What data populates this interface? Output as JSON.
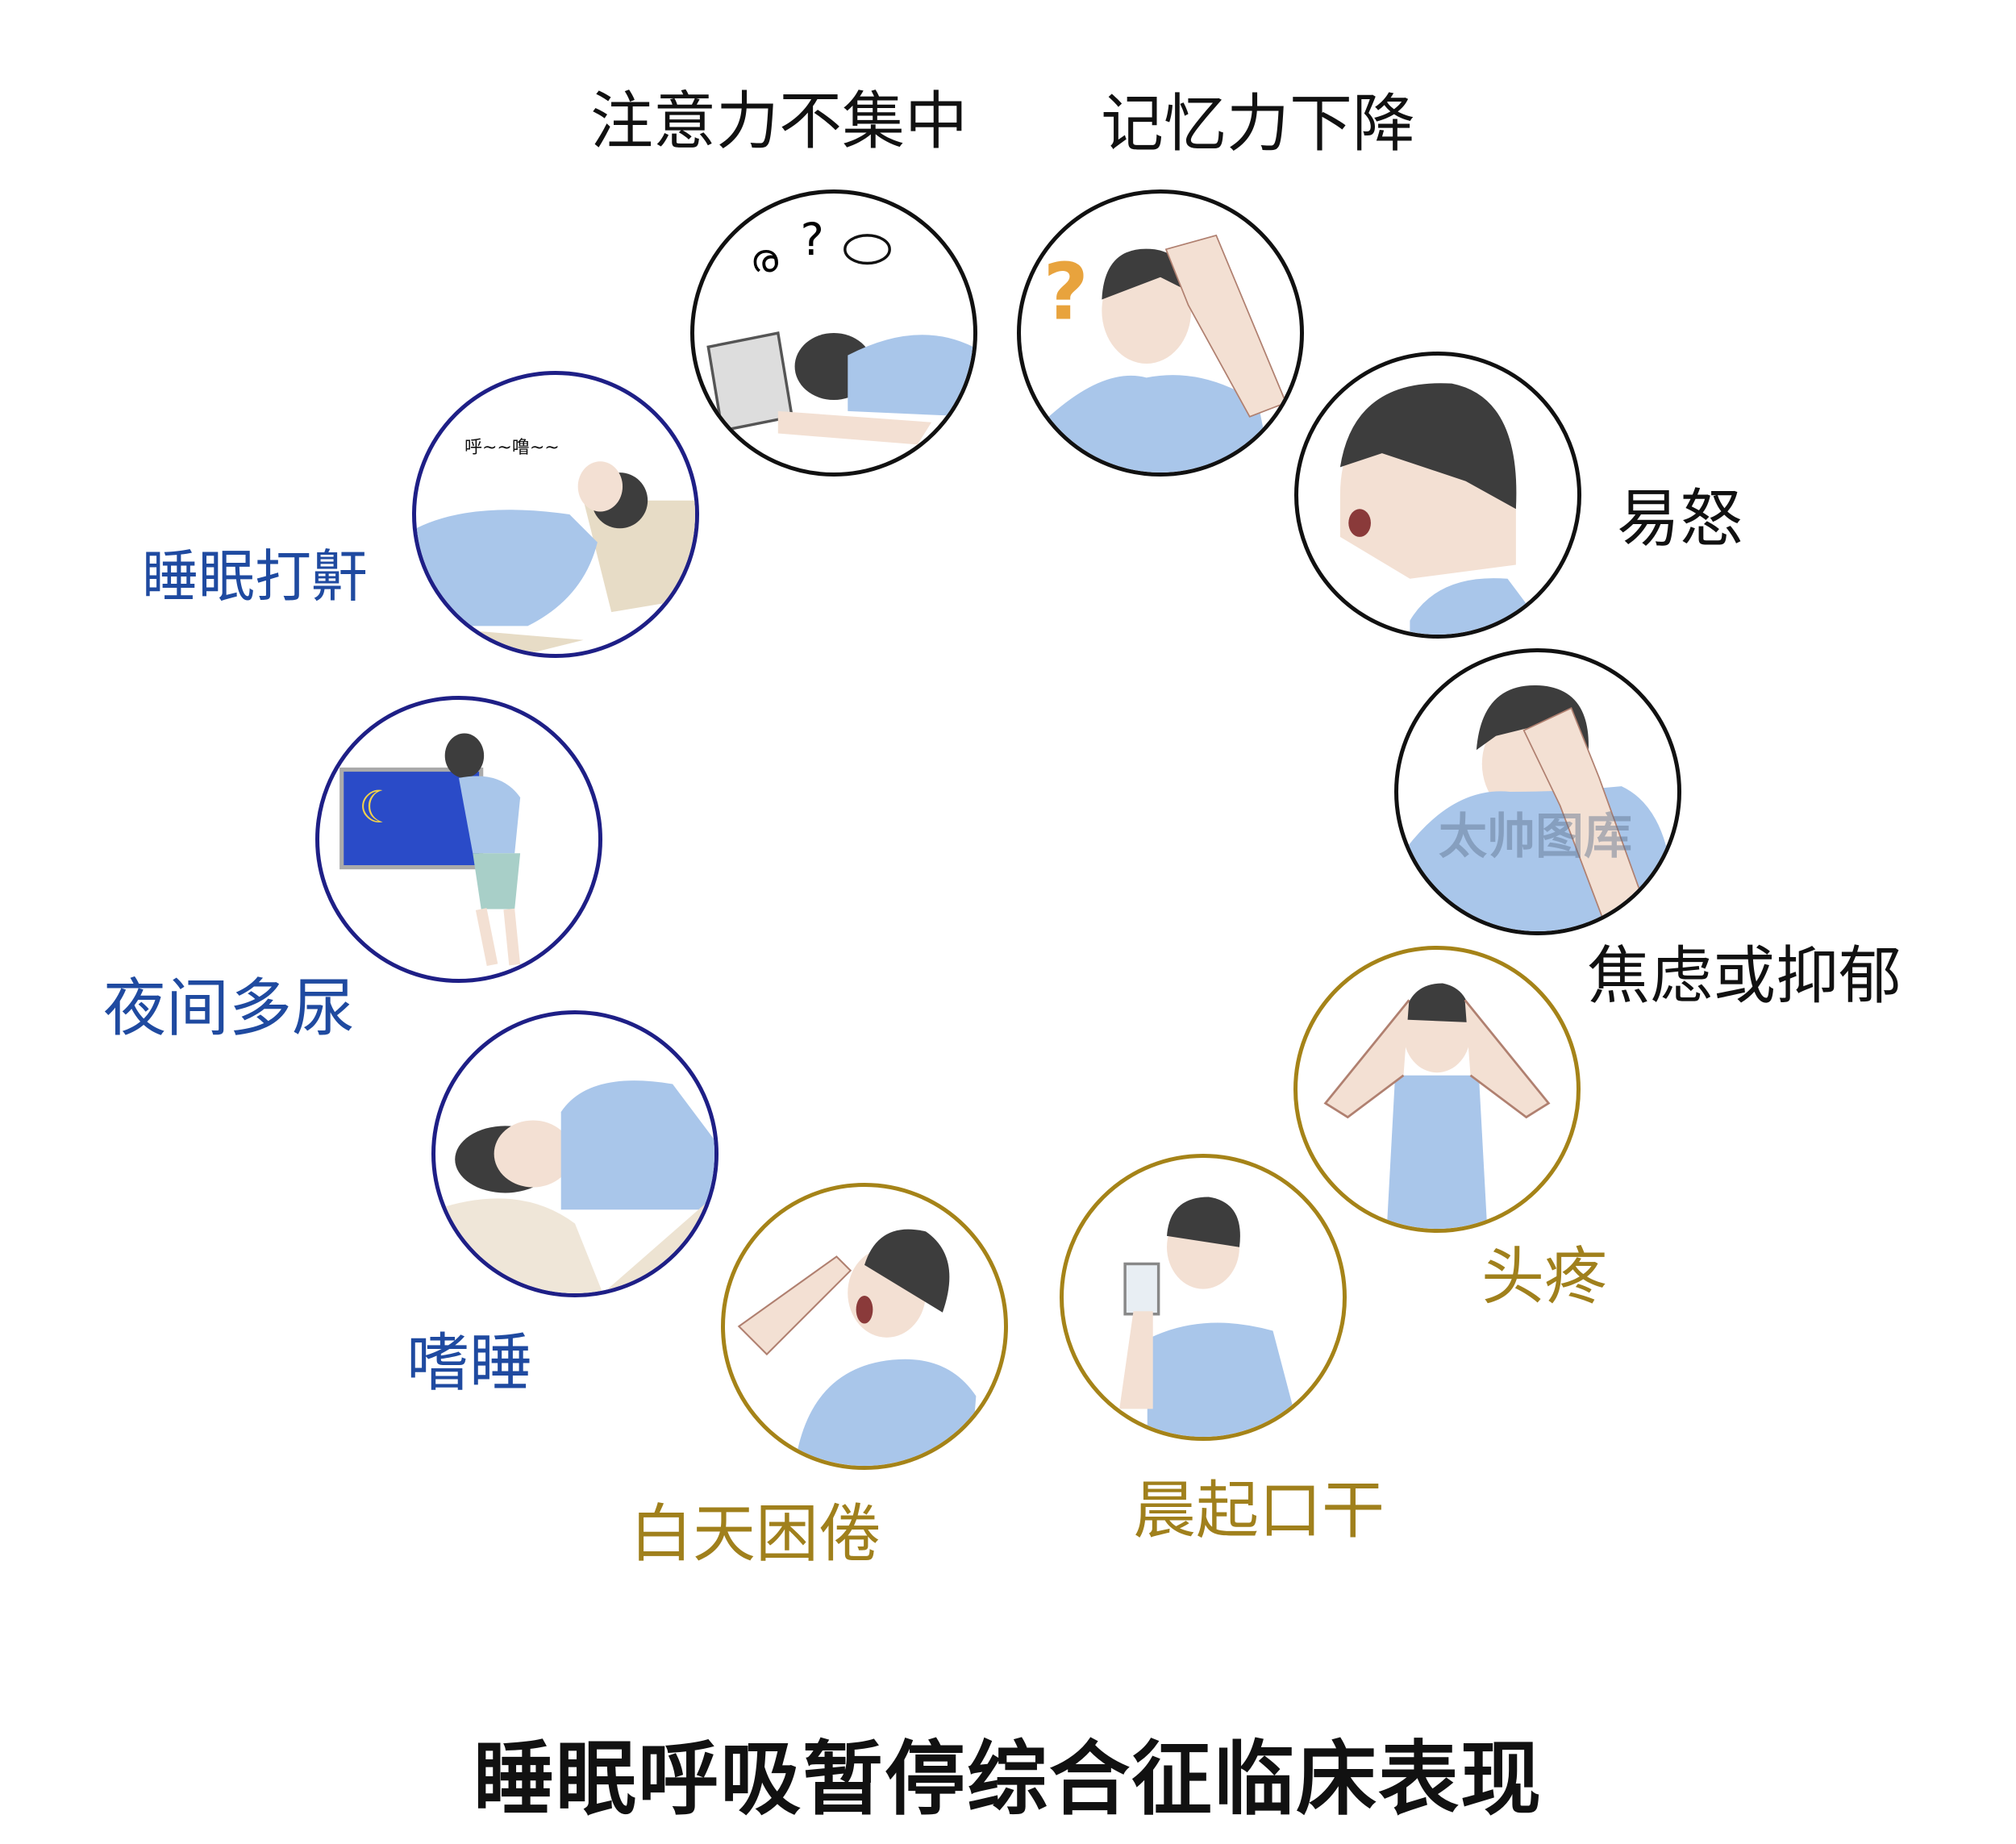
{
  "title": "睡眠呼吸暂停综合征临床表现",
  "colors": {
    "black": "#111111",
    "gold": "#a0801c",
    "blue": "#1f4aa0",
    "navy_ring": "#1e1f86",
    "shirt": "#a9c6ea",
    "hair": "#3d3d3d",
    "skin": "#f3e0d3"
  },
  "symptoms": [
    {
      "label": "注意力不集中",
      "group": "black"
    },
    {
      "label": "记忆力下降",
      "group": "black"
    },
    {
      "label": "易怒",
      "group": "black"
    },
    {
      "label": "焦虑或抑郁",
      "group": "black"
    },
    {
      "label": "头疼",
      "group": "gold"
    },
    {
      "label": "晨起口干",
      "group": "gold"
    },
    {
      "label": "白天困倦",
      "group": "gold"
    },
    {
      "label": "嗜睡",
      "group": "blue"
    },
    {
      "label": "夜间多尿",
      "group": "blue"
    },
    {
      "label": "睡眠打鼾",
      "group": "blue"
    }
  ],
  "snore_text": "呼~~噜~~",
  "watermark": "太帅图库"
}
